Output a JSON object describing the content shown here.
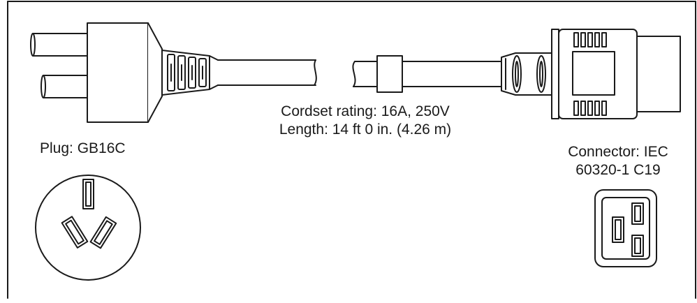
{
  "plug": {
    "label": "Plug: GB16C"
  },
  "cordset": {
    "rating": "Cordset rating:  16A, 250V",
    "length": "Length:  14 ft 0 in. (4.26 m)"
  },
  "connector": {
    "label_line1": "Connector: IEC",
    "label_line2": "60320-1 C19"
  },
  "colors": {
    "stroke": "#1a1a1a",
    "background": "#ffffff"
  }
}
